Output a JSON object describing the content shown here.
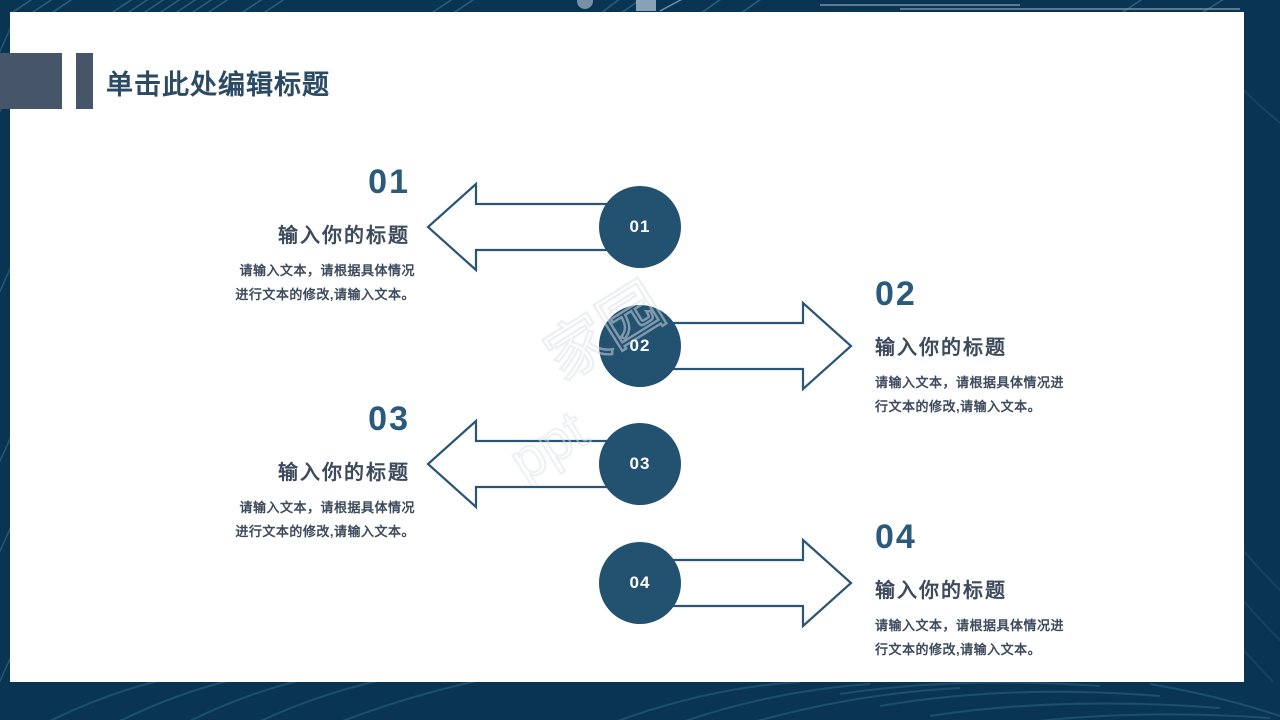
{
  "header": {
    "title": "单击此处编辑标题"
  },
  "theme": {
    "frame_navy": "#0a3552",
    "circle_fill": "#235170",
    "number_color": "#2a5a7c",
    "text_color": "#3e4b5d",
    "header_block_color": "#475568",
    "arrow_stroke": "#2b5575",
    "sheet_bg": "#ffffff"
  },
  "sections": [
    {
      "badge": "01",
      "number": "01",
      "title": "输入你的标题",
      "body_line1": "请输入文本，请根据具体情况",
      "body_line2": "进行文本的修改,请输入文本。",
      "direction": "left"
    },
    {
      "badge": "02",
      "number": "02",
      "title": "输入你的标题",
      "body_line1": "请输入文本，请根据具体情况进",
      "body_line2": "行文本的修改,请输入文本。",
      "direction": "right"
    },
    {
      "badge": "03",
      "number": "03",
      "title": "输入你的标题",
      "body_line1": "请输入文本，请根据具体情况",
      "body_line2": "进行文本的修改,请输入文本。",
      "direction": "left"
    },
    {
      "badge": "04",
      "number": "04",
      "title": "输入你的标题",
      "body_line1": "请输入文本，请根据具体情况进",
      "body_line2": "行文本的修改,请输入文本。",
      "direction": "right"
    }
  ],
  "watermark": {
    "text": "ppt家园"
  }
}
